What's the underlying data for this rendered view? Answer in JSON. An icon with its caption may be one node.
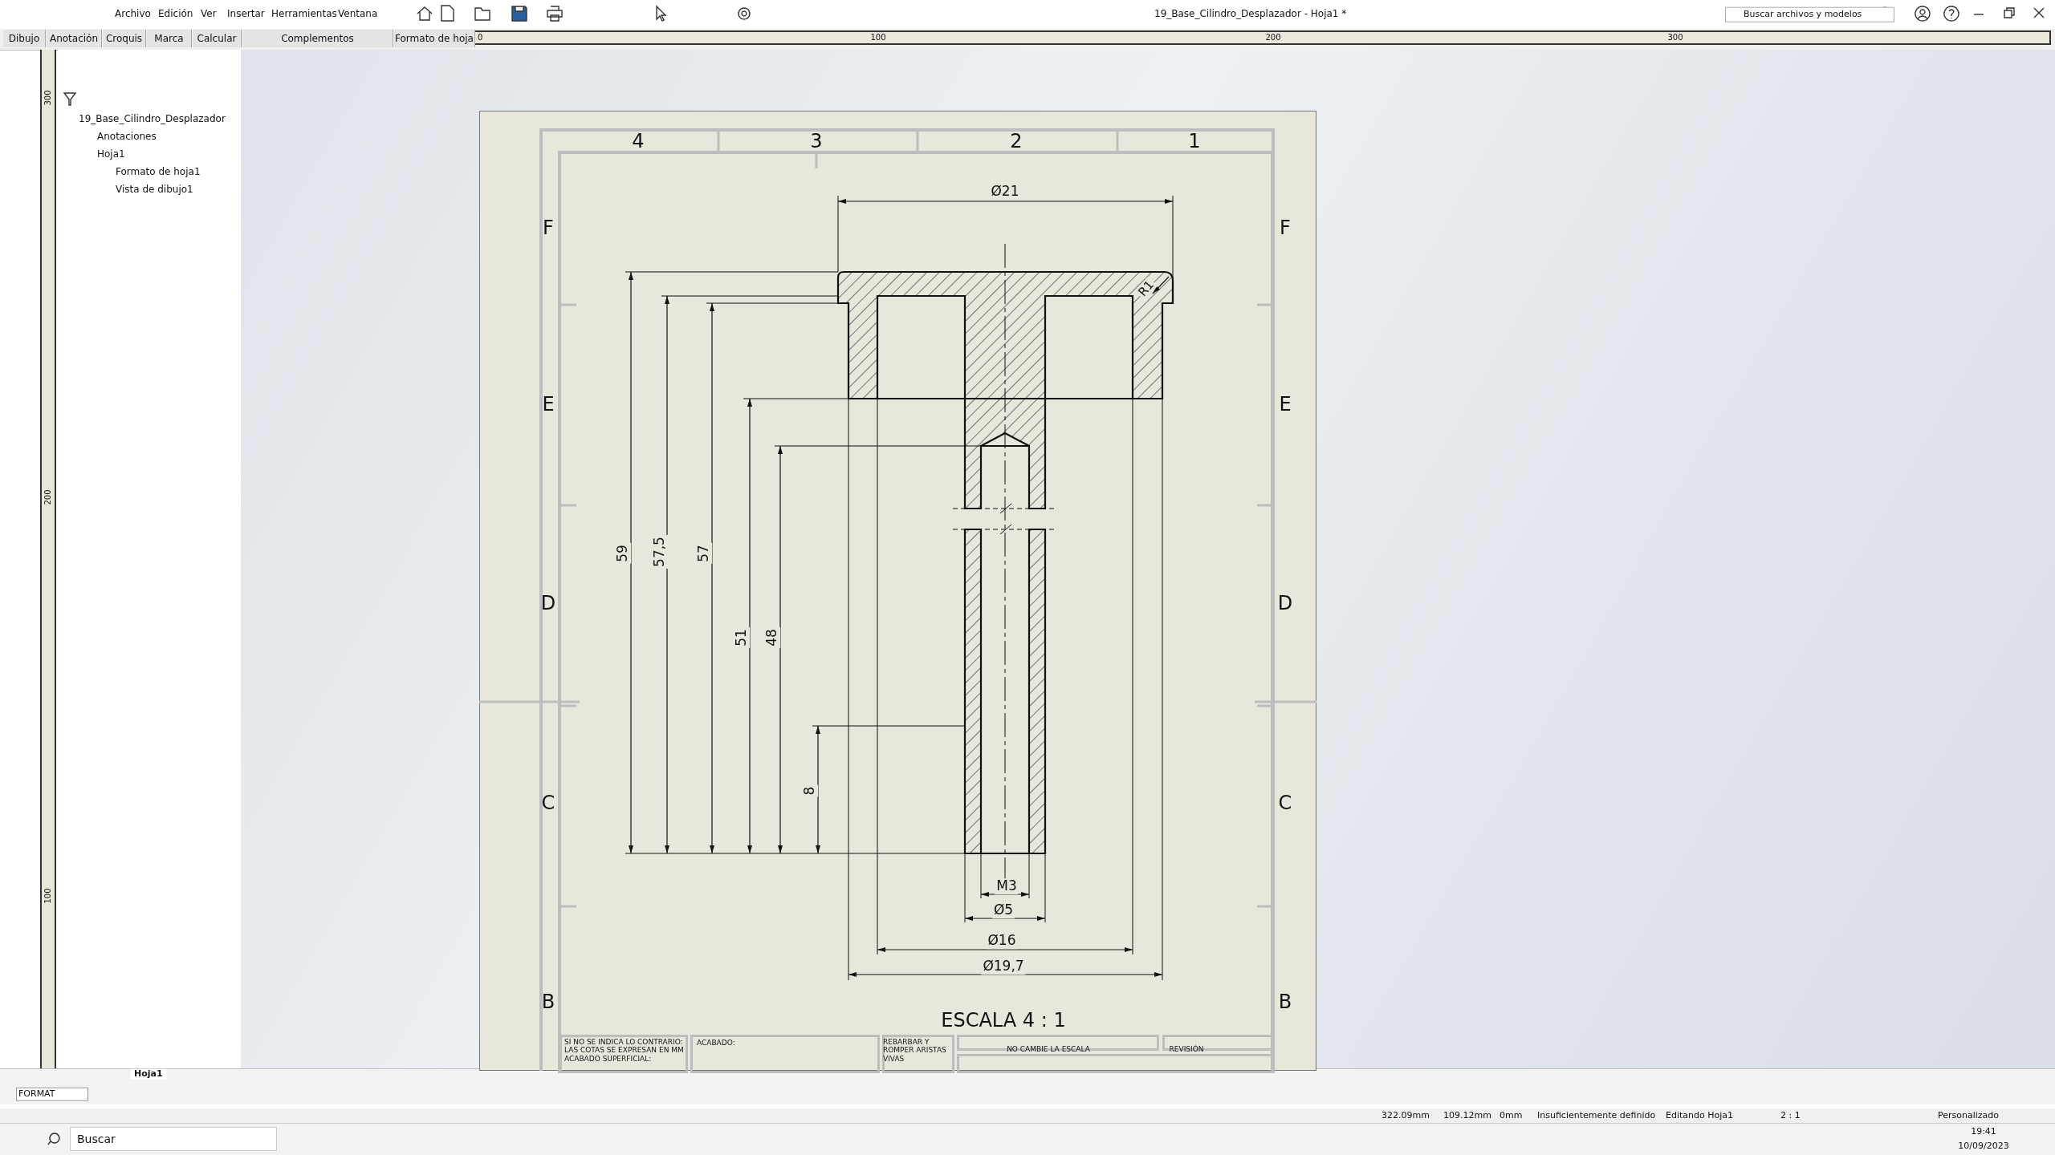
{
  "diagram": {
    "labels": [
      "Archivo",
      "Edición",
      "Ver",
      "Insertar",
      "Herramientas",
      "Ventana",
      "19_Base_Cilindro_Desplazador - Hoja1 *",
      "Buscar archivos y modelos",
      "Dibujo",
      "Anotación",
      "Croquis",
      "Marca",
      "Calcular",
      "Complementos",
      "Formato de hoja",
      "0",
      "100",
      "200",
      "300",
      "300",
      "200",
      "100",
      "19_Base_Cilindro_Desplazador",
      "Anotaciones",
      "Hoja1",
      "Formato de hoja1",
      "Vista de dibujo1",
      "4",
      "3",
      "2",
      "1",
      "F",
      "F",
      "E",
      "E",
      "D",
      "D",
      "C",
      "C",
      "B",
      "B",
      "Ø21",
      "R1",
      "59",
      "57,5",
      "57",
      "51",
      "48",
      "8",
      "M3",
      "Ø5",
      "Ø16",
      "Ø19,7",
      "ESCALA 4 : 1",
      "SI NO SE INDICA LO CONTRARIO: LAS COTAS SE EXPRESAN EN MM ACABADO SUPERFICIAL:",
      "ACABADO:",
      "REBARBAR Y ROMPER ARISTAS VIVAS",
      "NO CAMBIE LA ESCALA",
      "REVISIÓN",
      "Hoja1",
      "FORMAT",
      "322.09mm",
      "109.12mm",
      "0mm",
      "Insuficientemente definido",
      "Editando Hoja1",
      "2 : 1",
      "Personalizado",
      "Buscar",
      "19:41",
      "10/09/2023"
    ]
  }
}
